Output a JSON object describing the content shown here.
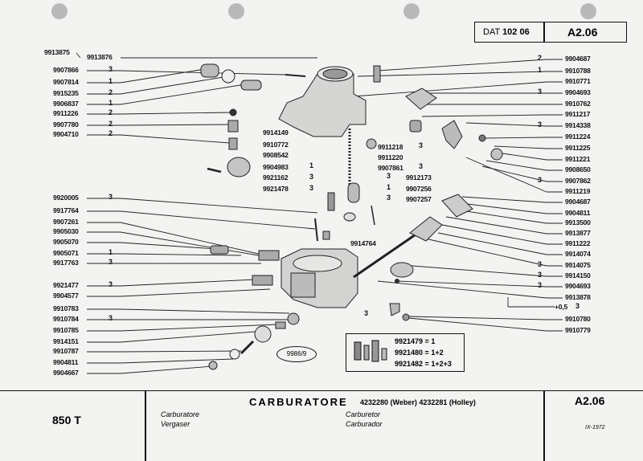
{
  "header": {
    "dat_prefix": "DAT",
    "dat_number": "102 06",
    "plate": "A2.06"
  },
  "assembly_code": "9913875",
  "left_parts": [
    {
      "code": "9913876",
      "qty": ""
    },
    {
      "code": "9907866",
      "qty": "3"
    },
    {
      "code": "9907814",
      "qty": "1"
    },
    {
      "code": "9915235",
      "qty": "2"
    },
    {
      "code": "9906837",
      "qty": "1"
    },
    {
      "code": "9911226",
      "qty": "2"
    },
    {
      "code": "9907780",
      "qty": "2"
    },
    {
      "code": "9904710",
      "qty": "2"
    },
    {
      "code": "9920005",
      "qty": "3"
    },
    {
      "code": "9917764",
      "qty": ""
    },
    {
      "code": "9907261",
      "qty": ""
    },
    {
      "code": "9905030",
      "qty": ""
    },
    {
      "code": "9905070",
      "qty": ""
    },
    {
      "code": "9905071",
      "qty": "1"
    },
    {
      "code": "9917763",
      "qty": "3"
    },
    {
      "code": "9921477",
      "qty": "3"
    },
    {
      "code": "9904577",
      "qty": ""
    },
    {
      "code": "9910783",
      "qty": ""
    },
    {
      "code": "9910784",
      "qty": "3"
    },
    {
      "code": "9910785",
      "qty": ""
    },
    {
      "code": "9914151",
      "qty": ""
    },
    {
      "code": "9910787",
      "qty": ""
    },
    {
      "code": "9904811",
      "qty": ""
    },
    {
      "code": "9904667",
      "qty": ""
    }
  ],
  "right_parts": [
    {
      "code": "9904687",
      "qty": "2"
    },
    {
      "code": "9910788",
      "qty": "1"
    },
    {
      "code": "9910771",
      "qty": ""
    },
    {
      "code": "9904693",
      "qty": "3"
    },
    {
      "code": "9910762",
      "qty": ""
    },
    {
      "code": "9911217",
      "qty": ""
    },
    {
      "code": "9914338",
      "qty": "3"
    },
    {
      "code": "9911224",
      "qty": ""
    },
    {
      "code": "9911225",
      "qty": ""
    },
    {
      "code": "9911221",
      "qty": ""
    },
    {
      "code": "9908650",
      "qty": ""
    },
    {
      "code": "9907862",
      "qty": "3"
    },
    {
      "code": "9911219",
      "qty": ""
    },
    {
      "code": "9904687",
      "qty": ""
    },
    {
      "code": "9904811",
      "qty": ""
    },
    {
      "code": "9913500",
      "qty": ""
    },
    {
      "code": "9913877",
      "qty": ""
    },
    {
      "code": "9911222",
      "qty": ""
    },
    {
      "code": "9914074",
      "qty": ""
    },
    {
      "code": "9914075",
      "qty": "3"
    },
    {
      "code": "9914150",
      "qty": "3"
    },
    {
      "code": "9904693",
      "qty": "3"
    },
    {
      "code": "9913878",
      "qty": ""
    },
    {
      "code": "+0,5",
      "qty": "3"
    },
    {
      "code": "9910780",
      "qty": ""
    },
    {
      "code": "9910779",
      "qty": ""
    }
  ],
  "center_parts": [
    {
      "code": "9914149",
      "qty": ""
    },
    {
      "code": "9910772",
      "qty": ""
    },
    {
      "code": "9908542",
      "qty": ""
    },
    {
      "code": "9904983",
      "qty": "1"
    },
    {
      "code": "9921162",
      "qty": "3"
    },
    {
      "code": "9921478",
      "qty": "3"
    },
    {
      "code": "9911218",
      "qty": "3"
    },
    {
      "code": "9911220",
      "qty": ""
    },
    {
      "code": "9907861",
      "qty": "3"
    },
    {
      "code": "9912173",
      "qty": "3"
    },
    {
      "code": "9907256",
      "qty": "1"
    },
    {
      "code": "9907257",
      "qty": "3"
    },
    {
      "code": "9914764",
      "qty": ""
    },
    {
      "code": "",
      "qty": "3"
    }
  ],
  "legend": [
    {
      "code": "9921479",
      "value": "1"
    },
    {
      "code": "9921480",
      "value": "1+2"
    },
    {
      "code": "9921482",
      "value": "1+2+3"
    }
  ],
  "stamp": "9986/9",
  "footer": {
    "model": "850 T",
    "it_de": [
      "Carburatore",
      "Vergaser"
    ],
    "title": "CARBURATORE",
    "title_codes": "4232280 (Weber) 4232281 (Holley)",
    "en_es": [
      "Carburetor",
      "Carburador"
    ],
    "plate": "A2.06",
    "date": "IX-1972"
  }
}
